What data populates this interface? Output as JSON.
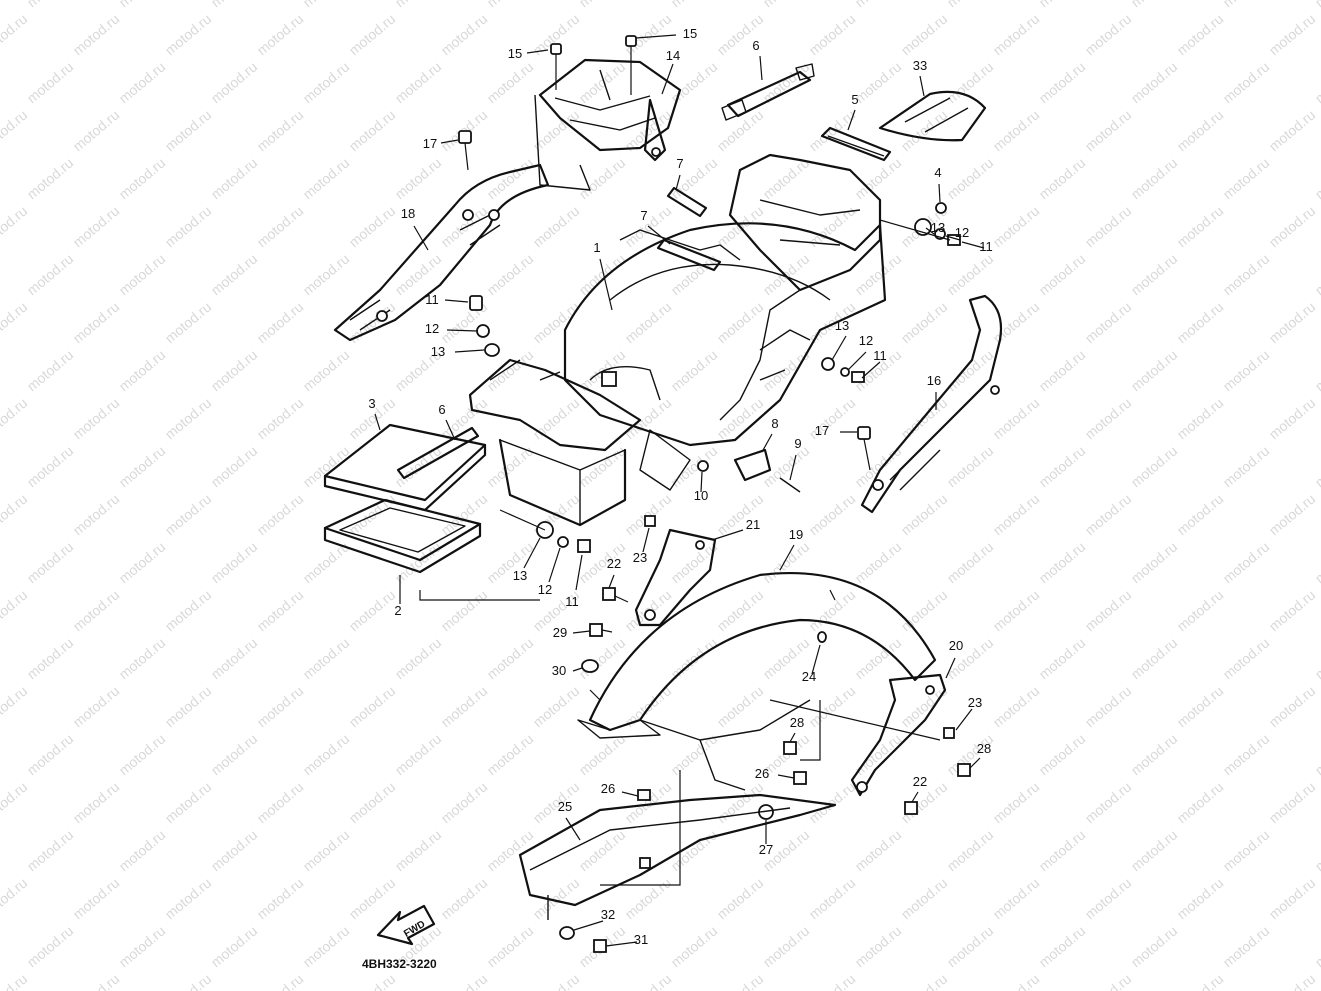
{
  "watermark": "motod.ru",
  "diagram_code": "4BH332-3220",
  "forward_label": "FWD",
  "callouts": [
    {
      "id": "c15a",
      "label": "15"
    },
    {
      "id": "c15b",
      "label": "15"
    },
    {
      "id": "c14",
      "label": "14"
    },
    {
      "id": "c6a",
      "label": "6"
    },
    {
      "id": "c33",
      "label": "33"
    },
    {
      "id": "c5",
      "label": "5"
    },
    {
      "id": "c17a",
      "label": "17"
    },
    {
      "id": "c7a",
      "label": "7"
    },
    {
      "id": "c4",
      "label": "4"
    },
    {
      "id": "c7b",
      "label": "7"
    },
    {
      "id": "c18",
      "label": "18"
    },
    {
      "id": "c13a",
      "label": "13"
    },
    {
      "id": "c12a",
      "label": "12"
    },
    {
      "id": "c11a",
      "label": "11"
    },
    {
      "id": "c1",
      "label": "1"
    },
    {
      "id": "c11b",
      "label": "11"
    },
    {
      "id": "c12b",
      "label": "12"
    },
    {
      "id": "c13b",
      "label": "13"
    },
    {
      "id": "c13c",
      "label": "13"
    },
    {
      "id": "c12c",
      "label": "12"
    },
    {
      "id": "c11c",
      "label": "11"
    },
    {
      "id": "c16",
      "label": "16"
    },
    {
      "id": "c3",
      "label": "3"
    },
    {
      "id": "c6b",
      "label": "6"
    },
    {
      "id": "c17b",
      "label": "17"
    },
    {
      "id": "c8",
      "label": "8"
    },
    {
      "id": "c9",
      "label": "9"
    },
    {
      "id": "c10",
      "label": "10"
    },
    {
      "id": "c21",
      "label": "21"
    },
    {
      "id": "c19",
      "label": "19"
    },
    {
      "id": "c23a",
      "label": "23"
    },
    {
      "id": "c22a",
      "label": "22"
    },
    {
      "id": "c13d",
      "label": "13"
    },
    {
      "id": "c12d",
      "label": "12"
    },
    {
      "id": "c11d",
      "label": "11"
    },
    {
      "id": "c2",
      "label": "2"
    },
    {
      "id": "c29",
      "label": "29"
    },
    {
      "id": "c20",
      "label": "20"
    },
    {
      "id": "c24",
      "label": "24"
    },
    {
      "id": "c30",
      "label": "30"
    },
    {
      "id": "c23b",
      "label": "23"
    },
    {
      "id": "c28a",
      "label": "28"
    },
    {
      "id": "c28b",
      "label": "28"
    },
    {
      "id": "c26a",
      "label": "26"
    },
    {
      "id": "c22b",
      "label": "22"
    },
    {
      "id": "c26b",
      "label": "26"
    },
    {
      "id": "c25",
      "label": "25"
    },
    {
      "id": "c27",
      "label": "27"
    },
    {
      "id": "c32",
      "label": "32"
    },
    {
      "id": "c31",
      "label": "31"
    }
  ]
}
